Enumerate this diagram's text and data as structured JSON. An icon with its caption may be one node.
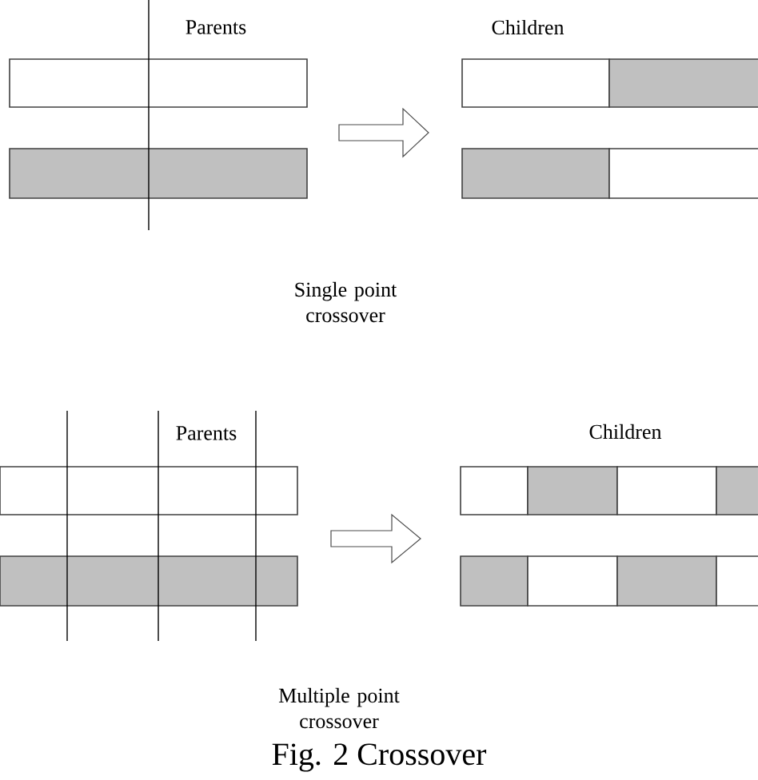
{
  "diagram": {
    "caption": "Fig. 2 Crossover",
    "labels": [
      "Parents",
      "Children",
      "Single point crossover",
      "Parents",
      "Children",
      "Multiple point crossover"
    ]
  }
}
